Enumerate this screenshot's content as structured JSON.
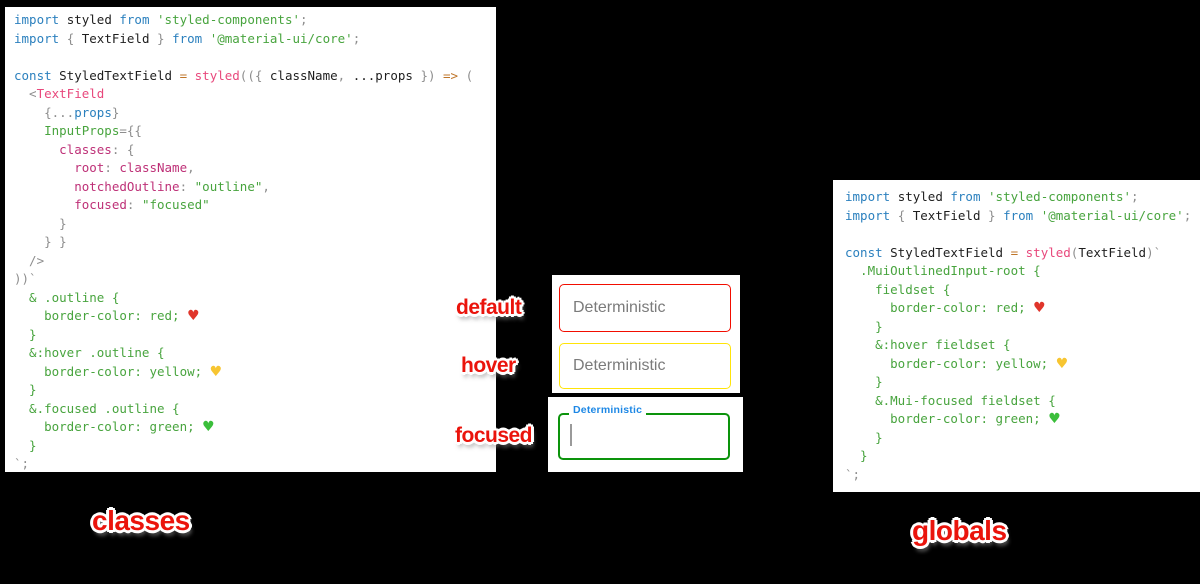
{
  "palette": {
    "kw": "#2b80be",
    "id": "#1e1e1e",
    "str": "#48a43e",
    "css": "#48a43e",
    "pink": "#e8487c",
    "mag": "#be3077",
    "orange": "#bf7529",
    "punct": "#8e8e8e",
    "heart_red": "#e0352b",
    "heart_yellow": "#f7c531",
    "heart_green": "#3bbe3b"
  },
  "left_code": {
    "lines": [
      [
        [
          "kw",
          "import "
        ],
        [
          "id",
          "styled "
        ],
        [
          "kw",
          "from "
        ],
        [
          "str",
          "'styled-components'"
        ],
        [
          "punct",
          ";"
        ]
      ],
      [
        [
          "kw",
          "import "
        ],
        [
          "punct",
          "{ "
        ],
        [
          "id",
          "TextField"
        ],
        [
          "punct",
          " } "
        ],
        [
          "kw",
          "from "
        ],
        [
          "str",
          "'@material-ui/core'"
        ],
        [
          "punct",
          ";"
        ]
      ],
      [],
      [
        [
          "kw",
          "const "
        ],
        [
          "id",
          "StyledTextField "
        ],
        [
          "orange",
          "= "
        ],
        [
          "pink",
          "styled"
        ],
        [
          "punct",
          "(({ "
        ],
        [
          "id",
          "className"
        ],
        [
          "punct",
          ", "
        ],
        [
          "id",
          "...props"
        ],
        [
          "punct",
          " }) "
        ],
        [
          "orange",
          "=> "
        ],
        [
          "punct",
          "("
        ]
      ],
      [
        [
          "punct",
          "  <"
        ],
        [
          "pink",
          "TextField"
        ]
      ],
      [
        [
          "punct",
          "    {..."
        ],
        [
          "kw",
          "props"
        ],
        [
          "punct",
          "}"
        ]
      ],
      [
        [
          "css",
          "    InputProps"
        ],
        [
          "punct",
          "={{"
        ]
      ],
      [
        [
          "mag",
          "      classes"
        ],
        [
          "punct",
          ": {"
        ]
      ],
      [
        [
          "mag",
          "        root"
        ],
        [
          "punct",
          ": "
        ],
        [
          "mag",
          "className"
        ],
        [
          "punct",
          ","
        ]
      ],
      [
        [
          "mag",
          "        notchedOutline"
        ],
        [
          "punct",
          ": "
        ],
        [
          "str",
          "\"outline\""
        ],
        [
          "punct",
          ","
        ]
      ],
      [
        [
          "mag",
          "        focused"
        ],
        [
          "punct",
          ": "
        ],
        [
          "str",
          "\"focused\""
        ]
      ],
      [
        [
          "punct",
          "      }"
        ]
      ],
      [
        [
          "punct",
          "    } }"
        ]
      ],
      [
        [
          "punct",
          "  />"
        ]
      ],
      [
        [
          "punct",
          "))`"
        ]
      ],
      [
        [
          "css",
          "  & .outline {"
        ]
      ],
      [
        [
          "css",
          "    border-color: red; "
        ],
        [
          "heart_red",
          "♥"
        ]
      ],
      [
        [
          "css",
          "  }"
        ]
      ],
      [
        [
          "css",
          "  &:hover .outline {"
        ]
      ],
      [
        [
          "css",
          "    border-color: yellow; "
        ],
        [
          "heart_yellow",
          "♥"
        ]
      ],
      [
        [
          "css",
          "  }"
        ]
      ],
      [
        [
          "css",
          "  &.focused .outline {"
        ]
      ],
      [
        [
          "css",
          "    border-color: green; "
        ],
        [
          "heart_green",
          "♥"
        ]
      ],
      [
        [
          "css",
          "  }"
        ]
      ],
      [
        [
          "punct",
          "`;"
        ]
      ]
    ]
  },
  "right_code": {
    "lines": [
      [
        [
          "kw",
          "import "
        ],
        [
          "id",
          "styled "
        ],
        [
          "kw",
          "from "
        ],
        [
          "str",
          "'styled-components'"
        ],
        [
          "punct",
          ";"
        ]
      ],
      [
        [
          "kw",
          "import "
        ],
        [
          "punct",
          "{ "
        ],
        [
          "id",
          "TextField"
        ],
        [
          "punct",
          " } "
        ],
        [
          "kw",
          "from "
        ],
        [
          "str",
          "'@material-ui/core'"
        ],
        [
          "punct",
          ";"
        ]
      ],
      [],
      [
        [
          "kw",
          "const "
        ],
        [
          "id",
          "StyledTextField "
        ],
        [
          "orange",
          "= "
        ],
        [
          "pink",
          "styled"
        ],
        [
          "punct",
          "("
        ],
        [
          "id",
          "TextField"
        ],
        [
          "punct",
          ")`"
        ]
      ],
      [
        [
          "css",
          "  .MuiOutlinedInput-root {"
        ]
      ],
      [
        [
          "css",
          "    fieldset {"
        ]
      ],
      [
        [
          "css",
          "      border-color: red; "
        ],
        [
          "heart_red",
          "♥"
        ]
      ],
      [
        [
          "css",
          "    }"
        ]
      ],
      [
        [
          "css",
          "    &:hover fieldset {"
        ]
      ],
      [
        [
          "css",
          "      border-color: yellow; "
        ],
        [
          "heart_yellow",
          "♥"
        ]
      ],
      [
        [
          "css",
          "    }"
        ]
      ],
      [
        [
          "css",
          "    &.Mui-focused fieldset {"
        ]
      ],
      [
        [
          "css",
          "      border-color: green; "
        ],
        [
          "heart_green",
          "♥"
        ]
      ],
      [
        [
          "css",
          "    }"
        ]
      ],
      [
        [
          "css",
          "  }"
        ]
      ],
      [
        [
          "punct",
          "`;"
        ]
      ]
    ]
  },
  "annotations": {
    "default": "default",
    "hover": "hover",
    "focused": "focused",
    "classes": "classes",
    "globals": "globals",
    "text_color": "#ea140c"
  },
  "textfields": {
    "placeholder": "Deterministic",
    "focused_label": "Deterministic",
    "default_border": "#f20d00",
    "hover_border": "#ffe408",
    "focused_border": "#0c930c",
    "focused_label_color": "#1e88e5"
  }
}
